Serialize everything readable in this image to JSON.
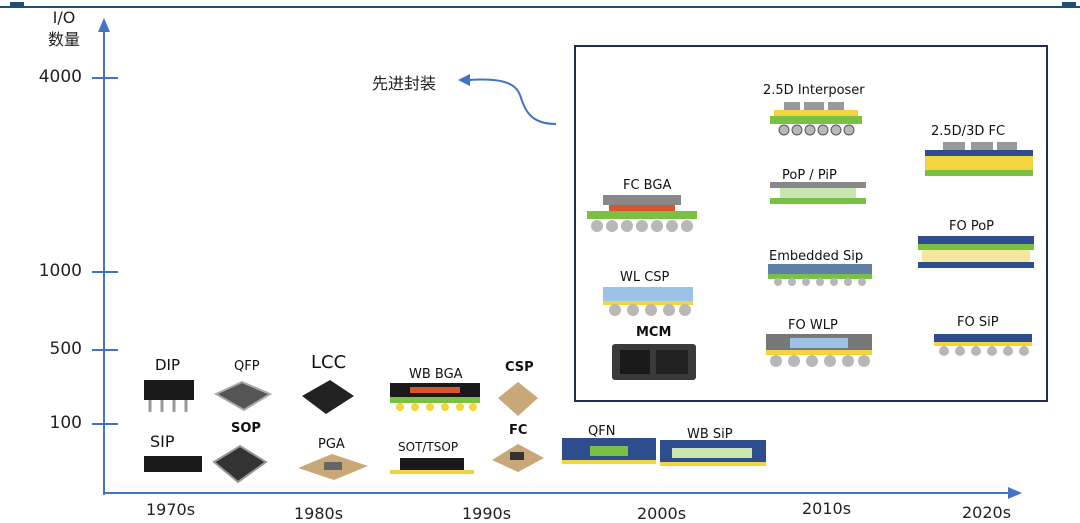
{
  "axis": {
    "y_label_line1": "I/O",
    "y_label_line2": "数量",
    "y_ticks": [
      "4000",
      "1000",
      "500",
      "100"
    ],
    "x_ticks": [
      "1970s",
      "1980s",
      "1990s",
      "2000s",
      "2010s",
      "2020s"
    ]
  },
  "advanced": {
    "title": "先进封装",
    "packages": [
      "2.5D Interposer",
      "2.5D/3D FC",
      "PoP / PiP",
      "FC BGA",
      "FO PoP",
      "Embedded Sip",
      "WL CSP",
      "MCM",
      "FO WLP",
      "FO SiP"
    ]
  },
  "traditional": {
    "packages": [
      "DIP",
      "QFP",
      "LCC",
      "WB BGA",
      "CSP",
      "SIP",
      "SOP",
      "PGA",
      "SOT/TSOP",
      "FC",
      "QFN",
      "WB SiP"
    ]
  },
  "colors": {
    "axis": "#4472c4",
    "frame": "#1f2f4a",
    "substrate_green": "#7ac143",
    "interposer_yellow": "#f2d43c",
    "ball_gray": "#b8b8b8",
    "die_blue": "#2e4d8f"
  }
}
